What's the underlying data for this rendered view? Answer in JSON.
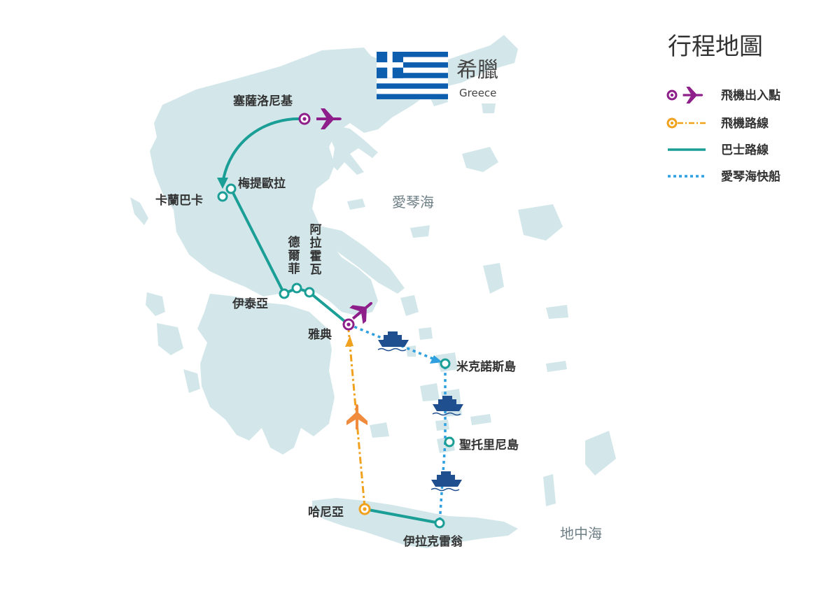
{
  "country": {
    "name": "希臘",
    "name_en": "Greece"
  },
  "legend": {
    "title": "行程地圖",
    "items": [
      {
        "label": "飛機出入點",
        "icon": "airplane-endpoint-icon",
        "color": "#8e1f8a"
      },
      {
        "label": "飛機路線",
        "icon": "dashdot-line-icon",
        "color": "#f0a21e"
      },
      {
        "label": "巴士路線",
        "icon": "solid-line-icon",
        "color": "#1a9e96"
      },
      {
        "label": "愛琴海快船",
        "icon": "dotted-line-icon",
        "color": "#2e9fdf"
      }
    ]
  },
  "seas": {
    "aegean": "愛琴海",
    "mediterranean": "地中海"
  },
  "cities": {
    "thessaloniki": "塞薩洛尼基",
    "meteora": "梅提歐拉",
    "kalambaka": "卡蘭巴卡",
    "delphi": "德爾菲",
    "arachova": "阿拉霍瓦",
    "itea": "伊泰亞",
    "athens": "雅典",
    "mykonos": "米克諾斯島",
    "santorini": "聖托里尼島",
    "chania": "哈尼亞",
    "heraklion": "伊拉克雷翁"
  },
  "colors": {
    "land": "#d3e7ea",
    "bus": "#1a9e96",
    "ferry": "#2e9fdf",
    "flight": "#f0a21e",
    "plane_endpoint": "#8e1f8a",
    "flight_plane": "#f08a3c",
    "ship": "#1f4f8f",
    "flag_blue": "#0d5eaf"
  }
}
